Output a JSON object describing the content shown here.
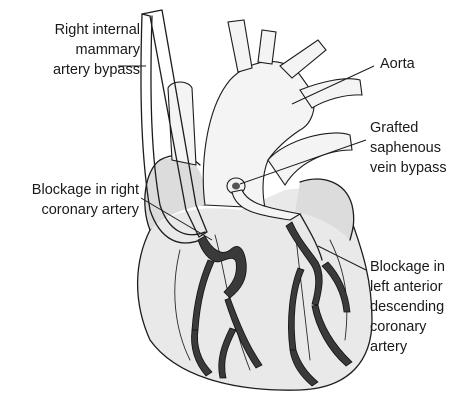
{
  "labels": {
    "mammary": [
      "Right internal",
      "mammary",
      "artery bypass"
    ],
    "aorta": [
      "Aorta"
    ],
    "grafted": [
      "Grafted",
      "saphenous",
      "vein bypass"
    ],
    "rca": [
      "Blockage in right",
      "coronary artery"
    ],
    "lad": [
      "Blockage in",
      "left anterior",
      "descending",
      "coronary",
      "artery"
    ]
  }
}
